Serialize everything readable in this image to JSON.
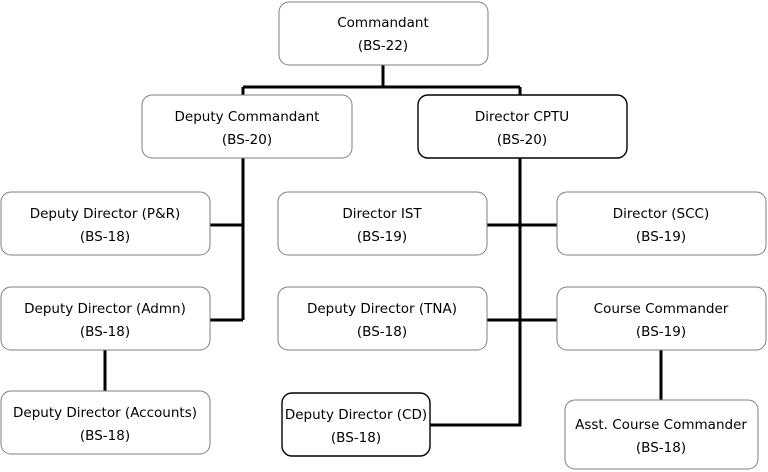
{
  "nodes": [
    {
      "id": "commandant",
      "title": "Commandant",
      "grade": "(BS-22)"
    },
    {
      "id": "deputy-commandant",
      "title": "Deputy Commandant",
      "grade": "(BS-20)"
    },
    {
      "id": "director-cptu",
      "title": "Director CPTU",
      "grade": "(BS-20)"
    },
    {
      "id": "deputy-director-pr",
      "title": "Deputy Director (P&R)",
      "grade": "(BS-18)"
    },
    {
      "id": "director-ist",
      "title": "Director IST",
      "grade": "(BS-19)"
    },
    {
      "id": "director-scc",
      "title": "Director (SCC)",
      "grade": "(BS-19)"
    },
    {
      "id": "deputy-director-admn",
      "title": "Deputy Director (Admn)",
      "grade": "(BS-18)"
    },
    {
      "id": "deputy-director-tna",
      "title": "Deputy Director (TNA)",
      "grade": "(BS-18)"
    },
    {
      "id": "course-commander",
      "title": "Course Commander",
      "grade": "(BS-19)"
    },
    {
      "id": "deputy-director-accounts",
      "title": "Deputy Director (Accounts)",
      "grade": "(BS-18)"
    },
    {
      "id": "deputy-director-cd",
      "title": "Deputy Director (CD)",
      "grade": "(BS-18)"
    },
    {
      "id": "asst-course-commander",
      "title": "Asst. Course Commander",
      "grade": "(BS-18)"
    }
  ]
}
